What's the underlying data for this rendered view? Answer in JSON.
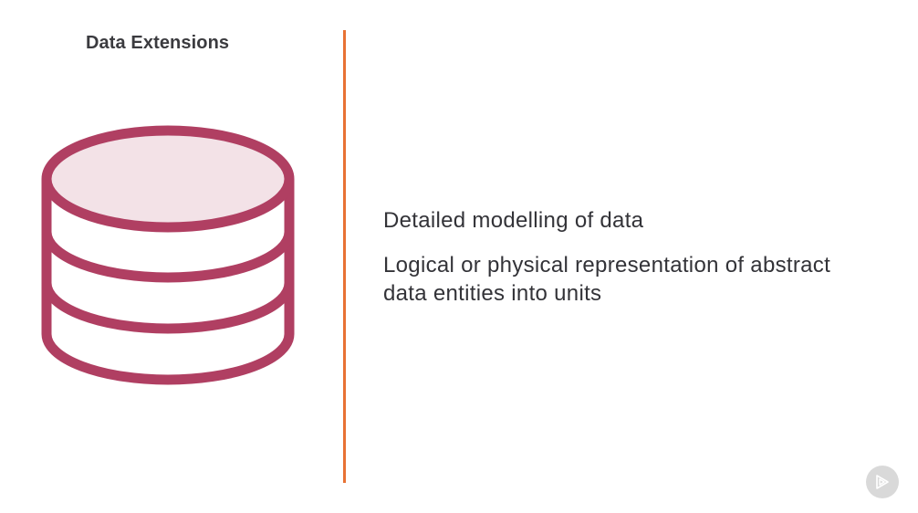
{
  "slide": {
    "section_title": "Data Extensions",
    "icon": "database-icon",
    "colors": {
      "icon_stroke": "#b03f62",
      "icon_top_fill": "#f3e2e7",
      "divider": "#e87234",
      "text": "#333338",
      "play_button_bg": "#d9d9d9"
    },
    "bullets": [
      "Detailed modelling of data",
      "Logical or physical representation of abstract data entities into units"
    ]
  },
  "player": {
    "play_icon": "play-logo-icon"
  }
}
